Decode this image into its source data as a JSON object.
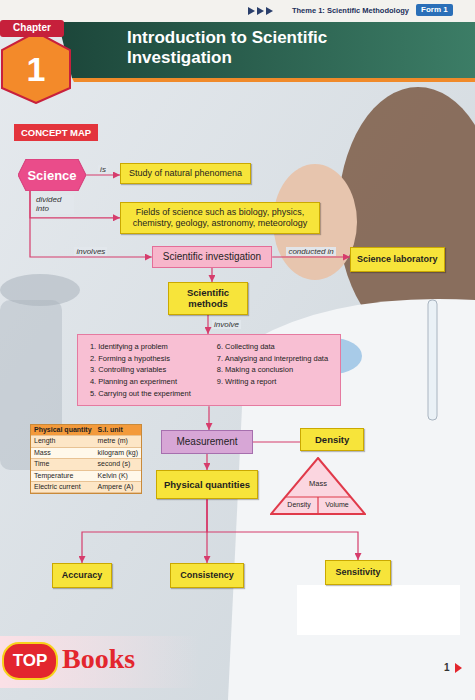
{
  "diagram": {
    "title": "Introduction to Scientific Investigation",
    "nodes": [
      {
        "text": [
          "Form 1"
        ]
      },
      {
        "text": [
          "Chapter",
          "1"
        ]
      },
      {
        "text": [
          "CONCEPT MAP"
        ]
      },
      {
        "text": [
          "Science"
        ]
      },
      {
        "text": [
          "Study of natural phenomena"
        ]
      },
      {
        "text": [
          "Fields of science such as biology, physics, chemistry, geology, astronomy, meteorology"
        ]
      },
      {
        "text": [
          "Scientific investigation"
        ]
      },
      {
        "text": [
          "Science laboratory"
        ]
      },
      {
        "text": [
          "Scientific methods"
        ]
      },
      {
        "text": [
          "1. Identifying a problem",
          "2. Forming a hypothesis",
          "3. Controlling variables",
          "4. Planning an experiment",
          "5. Carrying out the experiment",
          "6. Collecting data",
          "7. Analysing and interpreting data",
          "8. Making a conclusion",
          "9. Writing a report"
        ]
      },
      {
        "text": [
          "Physical quantity",
          "S.I. unit",
          "Length",
          "metre (m)",
          "Mass",
          "kilogram (kg)",
          "Time",
          "second (s)",
          "Temperature",
          "Kelvin (K)",
          "Electric current",
          "Ampere (A)"
        ]
      },
      {
        "text": [
          "Measurement"
        ]
      },
      {
        "text": [
          "Density"
        ]
      },
      {
        "text": [
          "Physical quantities"
        ]
      },
      {
        "text": [
          "Mass",
          "Density",
          "Volume"
        ]
      },
      {
        "text": [
          "Accuracy"
        ]
      },
      {
        "text": [
          "Consistency"
        ]
      },
      {
        "text": [
          "Sensitivity"
        ]
      }
    ],
    "edges": [
      {
        "from": 3,
        "to": 4,
        "label": "is",
        "arrow": "to"
      },
      {
        "from": 3,
        "to": 5,
        "label": "divided into",
        "arrow": "to"
      },
      {
        "from": 3,
        "to": 6,
        "label": "involves",
        "arrow": "to"
      },
      {
        "from": 6,
        "to": 7,
        "label": "conducted in",
        "arrow": "to"
      },
      {
        "from": 6,
        "to": 8,
        "arrow": "to"
      },
      {
        "from": 8,
        "to": 9,
        "label": "involve",
        "arrow": "to"
      },
      {
        "from": 9,
        "to": 11,
        "arrow": "to"
      },
      {
        "from": 11,
        "to": 12,
        "arrow": "none"
      },
      {
        "from": 11,
        "to": 13,
        "arrow": "to"
      },
      {
        "from": 13,
        "to": 15,
        "arrow": "to"
      },
      {
        "from": 13,
        "to": 16,
        "arrow": "to"
      },
      {
        "from": 13,
        "to": 17,
        "arrow": "to"
      }
    ],
    "labels": [
      "Theme 1: Scientific Methodology",
      "TOP",
      "Books",
      "1"
    ]
  }
}
